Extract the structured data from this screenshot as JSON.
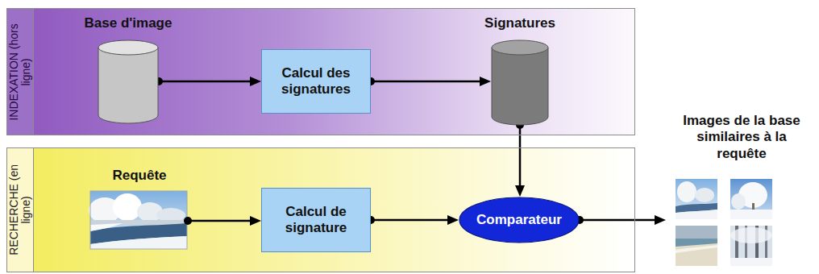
{
  "diagram": {
    "nodes": [
      {
        "text": [
          "INDEXATION (hors ligne)"
        ]
      },
      {
        "text": [
          "Base d'image"
        ],
        "in": 0
      },
      {
        "text": [
          "Calcul des signatures"
        ],
        "in": 0
      },
      {
        "text": [
          "Signatures"
        ],
        "in": 0
      },
      {
        "text": [
          "RECHERCHE (en ligne)"
        ]
      },
      {
        "text": [
          "Requête"
        ],
        "in": 4
      },
      {
        "text": [
          "Calcul de signature"
        ],
        "in": 4
      },
      {
        "text": [
          "Comparateur"
        ],
        "in": 4
      },
      {
        "text": [
          "Images de la base similaires à la requête"
        ]
      }
    ],
    "edges": [
      {
        "from": 1,
        "to": 2,
        "arrow": "to"
      },
      {
        "from": 2,
        "to": 3,
        "arrow": "to"
      },
      {
        "from": 3,
        "to": 7,
        "arrow": "to"
      },
      {
        "from": 5,
        "to": 6,
        "arrow": "to"
      },
      {
        "from": 6,
        "to": 7,
        "arrow": "to"
      },
      {
        "from": 7,
        "to": 8,
        "arrow": "to"
      }
    ]
  }
}
